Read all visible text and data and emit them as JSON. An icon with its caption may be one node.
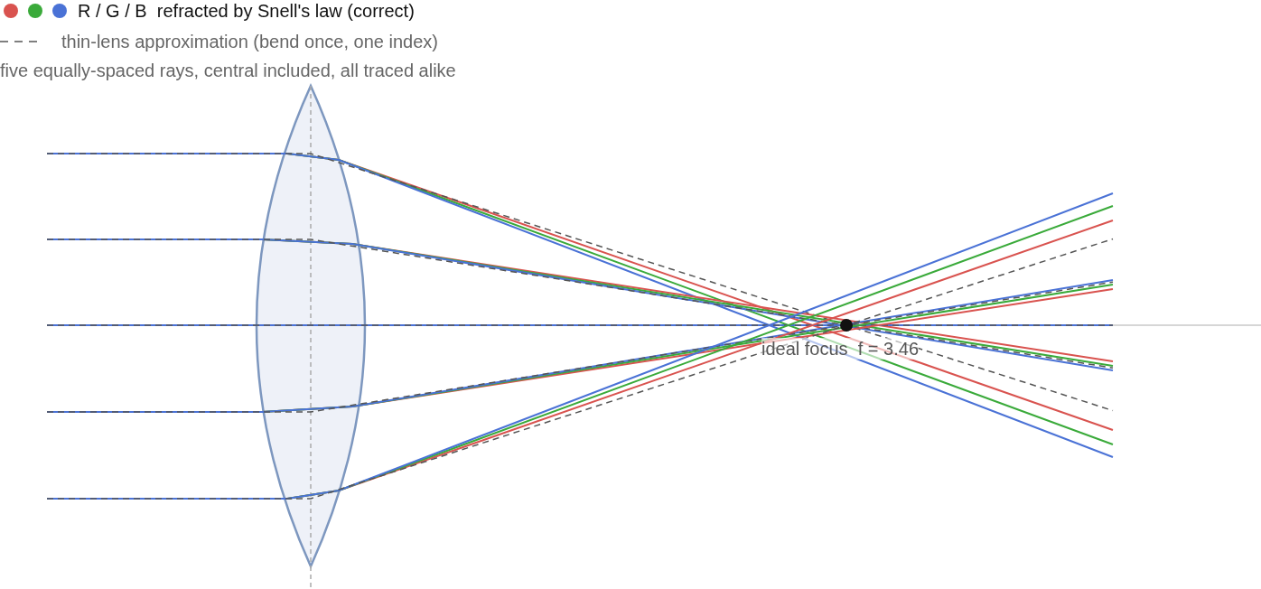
{
  "diagram": {
    "labels": [
      "five equally-spaced rays, central included, all traced alike",
      "ideal focus  f = 3.46"
    ],
    "legend": [
      {
        "text": "R / G / B  refracted by Snell's law (correct)"
      },
      {
        "text": "thin-lens approximation (bend once, one index)"
      }
    ]
  }
}
